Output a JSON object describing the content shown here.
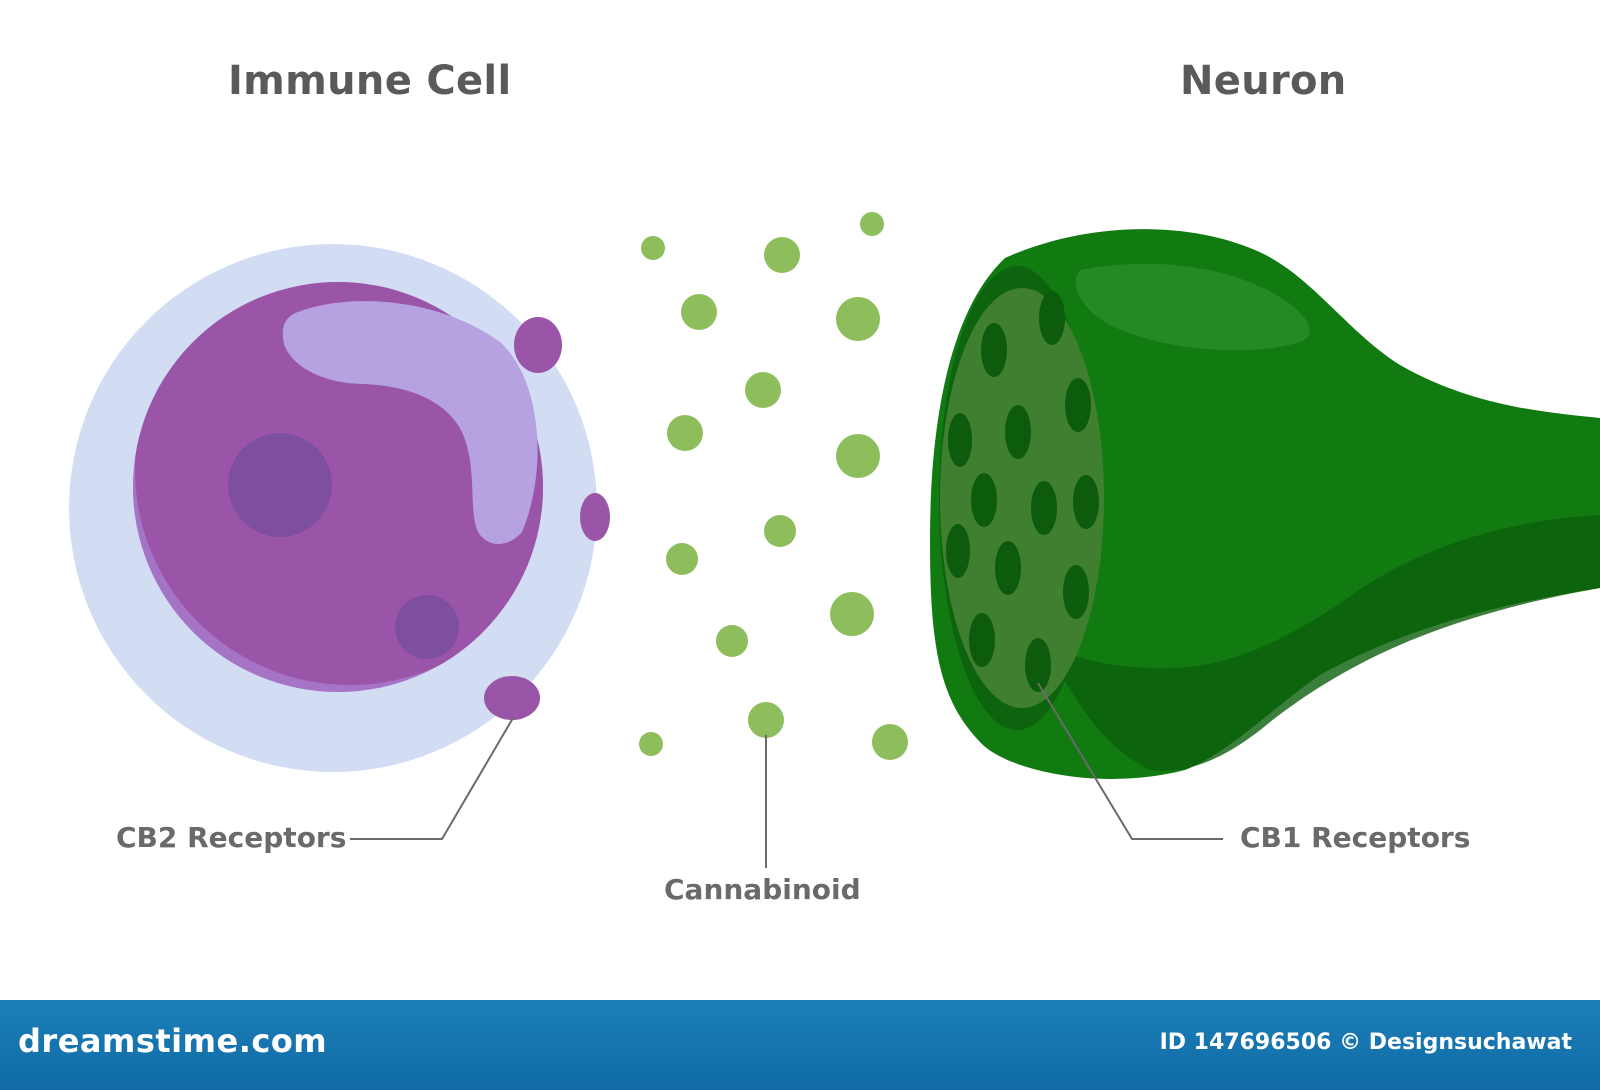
{
  "titles": {
    "left": "Immune Cell",
    "right": "Neuron"
  },
  "labels": {
    "cb2": "CB2 Receptors",
    "cannabinoid": "Cannabinoid",
    "cb1": "CB1 Receptors"
  },
  "watermark": {
    "brand": "dreamstime.com",
    "credit": "ID 147696506 © Designsuchawat"
  },
  "colors": {
    "membrane": "#d2dcf3",
    "cytoplasm": "#9a55a8",
    "nucleus": "#b6a2e0",
    "receptor_cb2": "#9a55a8",
    "cannabinoid": "#8ebd5c",
    "neuron": "#117a10",
    "receptor_cb1": "#0d5c0d",
    "footer": "#1677b3"
  }
}
